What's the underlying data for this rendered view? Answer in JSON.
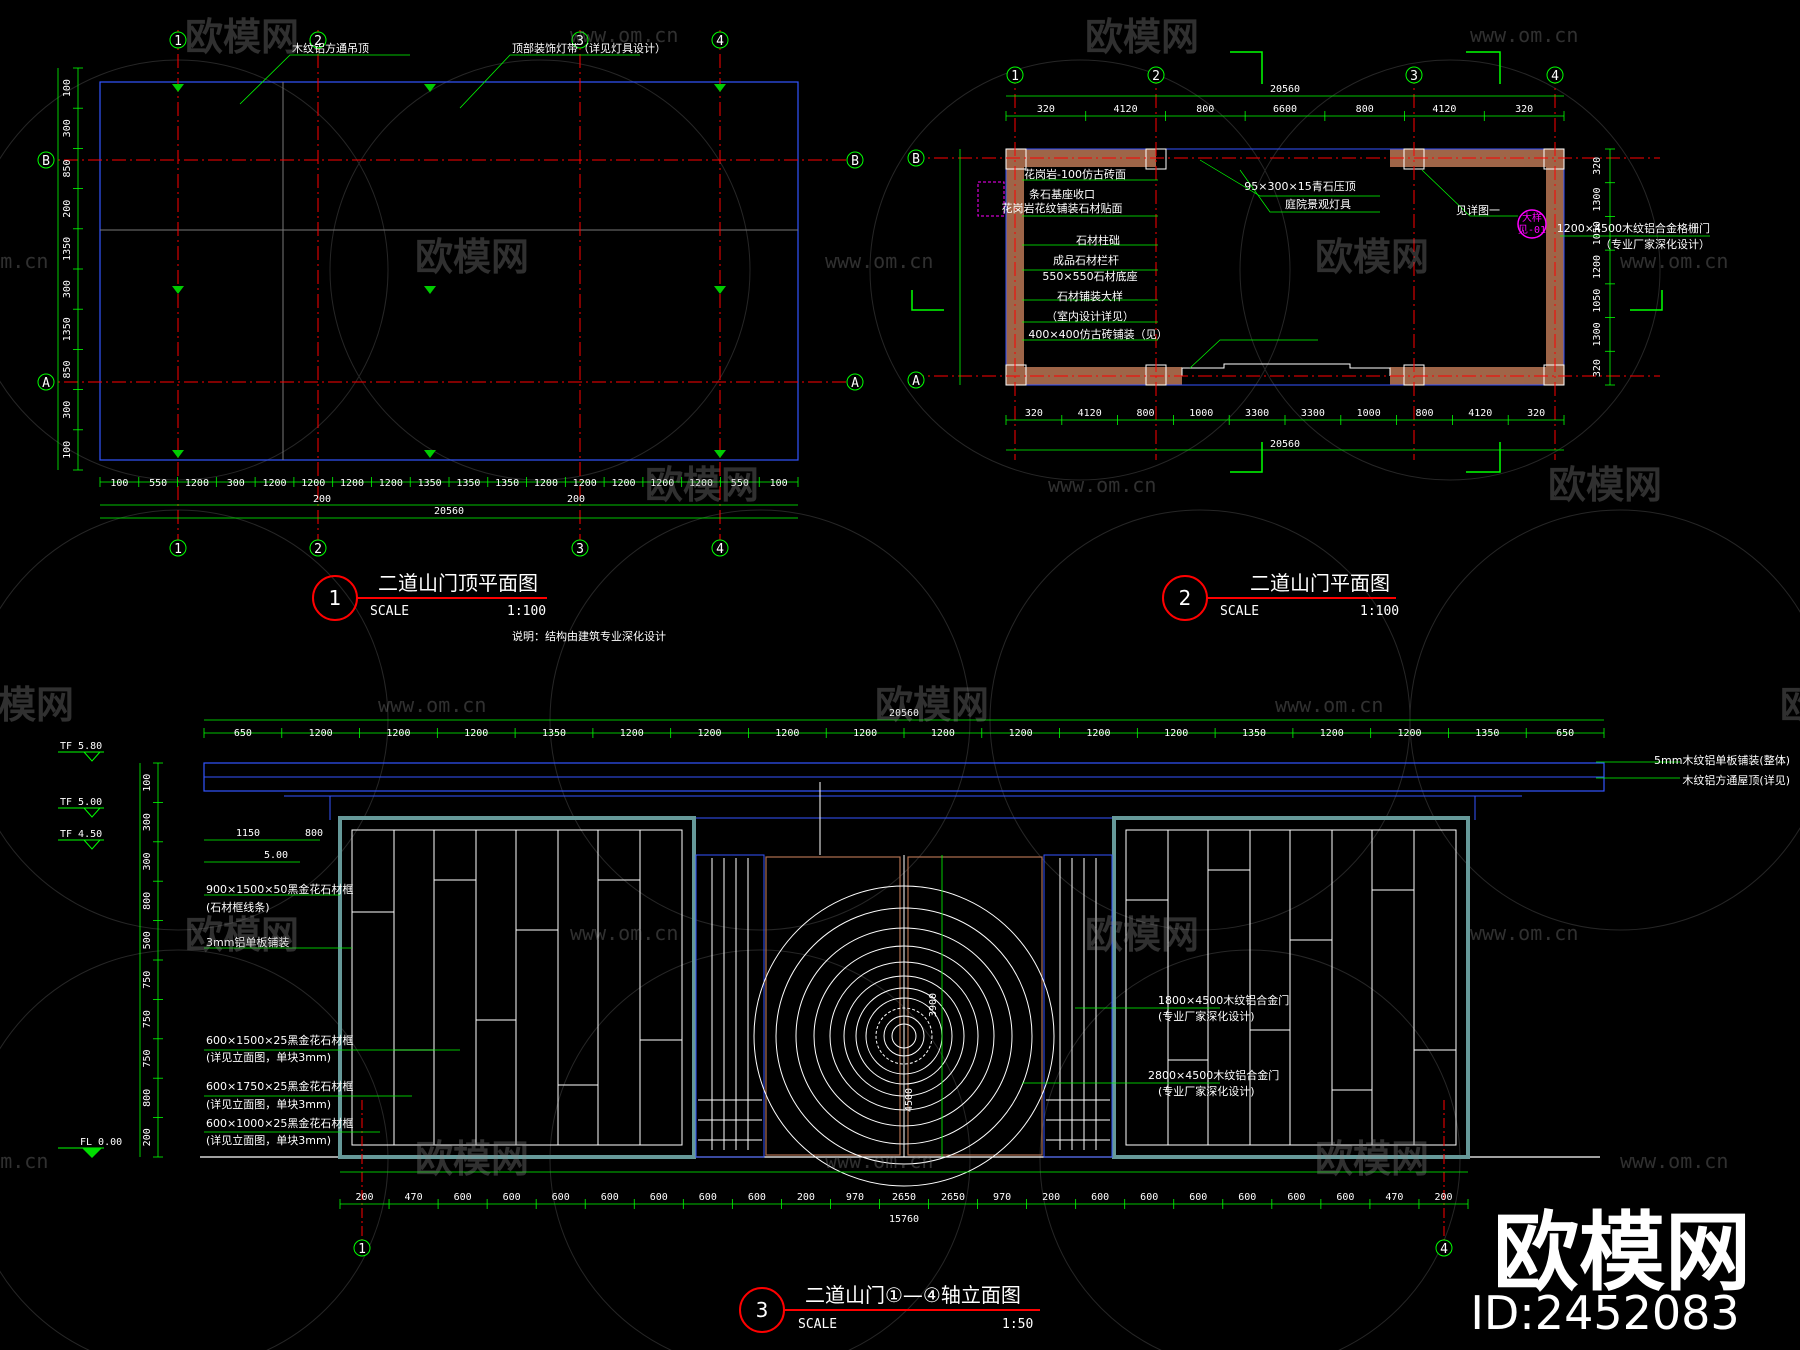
{
  "drawing1": {
    "number": "1",
    "title": "二道山门顶平面图",
    "scale_label": "SCALE",
    "scale_value": "1:100",
    "note": "说明：结构由建筑专业深化设计",
    "axes_top": [
      "1",
      "2",
      "3",
      "4"
    ],
    "axes_side": [
      "B",
      "A"
    ],
    "leaders": [
      "木纹铝方通吊顶",
      "顶部装饰灯带（详见灯具设计）"
    ],
    "dims_bottom": [
      "100",
      "550",
      "1200",
      "300",
      "1200",
      "1200",
      "1200",
      "1200",
      "1350",
      "1350",
      "1350",
      "1200",
      "1200",
      "1200",
      "1200",
      "1200",
      "550",
      "100"
    ],
    "dims_side": [
      "100",
      "300",
      "850",
      "200",
      "1350",
      "300",
      "1350",
      "850",
      "300",
      "100"
    ],
    "total": "20560",
    "sub_dims": [
      "200",
      "200"
    ]
  },
  "drawing2": {
    "number": "2",
    "title": "二道山门平面图",
    "scale_label": "SCALE",
    "scale_value": "1:100",
    "axes_top": [
      "1",
      "2",
      "3",
      "4"
    ],
    "axes_side": [
      "B",
      "A"
    ],
    "total_top": "20560",
    "total_bottom": "20560",
    "dims_top": [
      "320",
      "4120",
      "800",
      "6600",
      "800",
      "4120",
      "320"
    ],
    "dims_bottom": [
      "320",
      "4120",
      "800",
      "1000",
      "3300",
      "3300",
      "1000",
      "800",
      "4120",
      "320"
    ],
    "dims_right": [
      "320",
      "1300",
      "1050",
      "1200",
      "1050",
      "1300",
      "320"
    ],
    "labels": [
      "花岗岩-100仿古砖面",
      "条石基座收口",
      "花岗岩花纹铺装石材贴面",
      "石材柱础",
      "成品石材栏杆",
      "550×550石材底座",
      "石材铺装大样",
      "（室内设计详见）",
      "400×400仿古砖铺装（见）",
      "95×300×15青石压顶",
      "庭院景观灯具",
      "见详图一",
      "1200×4500木纹铝合金格栅门",
      "（专业厂家深化设计）"
    ],
    "detail_tag": [
      "大样",
      "见-01"
    ]
  },
  "drawing3": {
    "number": "3",
    "title": "二道山门①—④轴立面图",
    "scale_label": "SCALE",
    "scale_value": "1:50",
    "axes": [
      "1",
      "4"
    ],
    "total_top": "20560",
    "total_bottom": "15760",
    "dims_top": [
      "650",
      "1200",
      "1200",
      "1200",
      "1350",
      "1200",
      "1200",
      "1200",
      "1200",
      "1200",
      "1200",
      "1200",
      "1200",
      "1350",
      "1200",
      "1200",
      "1350",
      "650"
    ],
    "dims_bottom": [
      "200",
      "470",
      "600",
      "600",
      "600",
      "600",
      "600",
      "600",
      "600",
      "200",
      "970",
      "2650",
      "2650",
      "970",
      "200",
      "600",
      "600",
      "600",
      "600",
      "600",
      "600",
      "470",
      "200"
    ],
    "levels": [
      "TF 5.80",
      "TF 5.00",
      "TF 4.50",
      "FL 0.00"
    ],
    "side_dims": [
      "100",
      "300",
      "300",
      "800",
      "500",
      "750",
      "750",
      "750",
      "800",
      "200"
    ],
    "sub_dims": [
      "1150",
      "800",
      "5.00"
    ],
    "labels_left": [
      "900×1500×50黑金花石材框",
      "(石材框线条)",
      "3mm铝单板铺装",
      "600×1500×25黑金花石材框",
      "(详见立面图，单块3mm)",
      "600×1750×25黑金花石材框",
      "(详见立面图，单块3mm)",
      "600×1000×25黑金花石材框",
      "(详见立面图，单块3mm)"
    ],
    "labels_right": [
      "1800×4500木纹铝合金门",
      "(专业厂家深化设计)",
      "2800×4500木纹铝合金门",
      "(专业厂家深化设计)"
    ],
    "roof_labels": [
      "5mm木纹铝单板铺装(整体)",
      "木纹铝方通屋顶(详见)"
    ],
    "door_height": "3900",
    "door_height2": "4500"
  },
  "watermark": {
    "brand": "欧模网",
    "url": "www.om.cn"
  },
  "brand_corner": {
    "name": "欧模网",
    "id": "ID:2452083"
  },
  "colors": {
    "background": "#000000",
    "dimension": "#00ff00",
    "axis": "#ff0000",
    "outline": "#3355ff",
    "text": "#ffffff",
    "stone": "#b07050",
    "highlight": "#ff00ff"
  }
}
